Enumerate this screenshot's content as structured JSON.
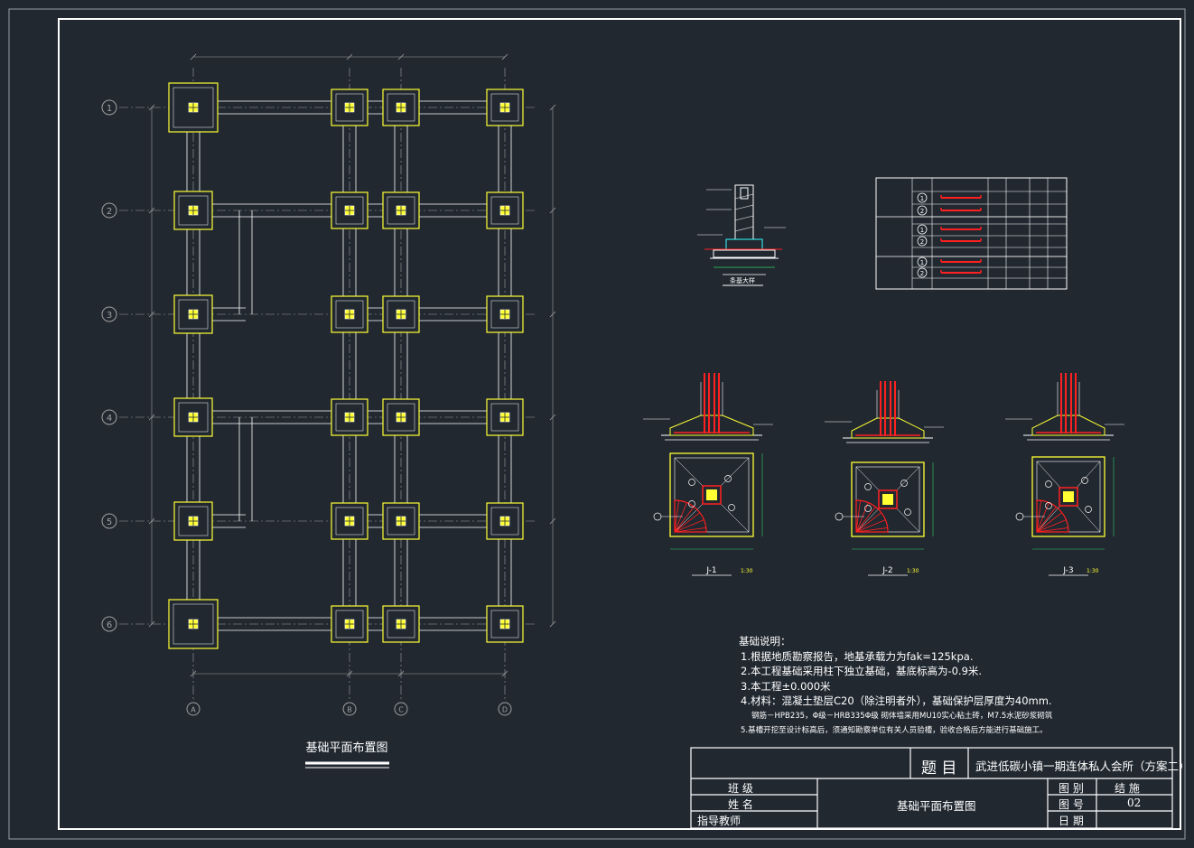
{
  "plan": {
    "title": "基础平面布置图",
    "row_labels": [
      "1",
      "2",
      "3",
      "4",
      "5",
      "6"
    ],
    "col_labels": [
      "A",
      "B",
      "C",
      "D"
    ]
  },
  "details": {
    "wall_section_caption": "条基大样",
    "footings": [
      {
        "label": "J-1",
        "scale": "1:30"
      },
      {
        "label": "J-2",
        "scale": "1:30"
      },
      {
        "label": "J-3",
        "scale": "1:30"
      }
    ]
  },
  "notes": {
    "heading": "基础说明：",
    "items": [
      "1.根据地质勘察报告，地基承载力为fak=125kpa.",
      "2.本工程基础采用柱下独立基础，基底标高为-0.9米.",
      "3.本工程±0.000米",
      "4.材料：混凝土垫层C20（除注明者外），基础保护层厚度为40mm."
    ],
    "item4_line2": "钢筋－HPB235，Φ级－HRB335Φ级   砌体墙采用MU10实心粘土砖，M7.5水泥砂浆砌筑",
    "item5": "5.基槽开挖至设计标高后，须通知勘察单位有关人员验槽，验收合格后方能进行基础施工。"
  },
  "title_block": {
    "subject_label": "题 目",
    "subject": "武进低碳小镇一期连体私人会所（方案二）",
    "class_label": "班 级",
    "name_label": "姓 名",
    "advisor_label": "指导教师",
    "drawing_name": "基础平面布置图",
    "type_label": "图 别",
    "type_value": "结 施",
    "number_label": "图 号",
    "number_value": "02",
    "date_label": "日 期"
  },
  "colors": {
    "background": "#212830",
    "line_white": "#ffffff",
    "footing_yellow": "#ffff33",
    "rebar_red": "#ff2020",
    "grid_gray": "#a0a0a0",
    "dim_green": "#33cc66",
    "cyan": "#33ffff"
  }
}
